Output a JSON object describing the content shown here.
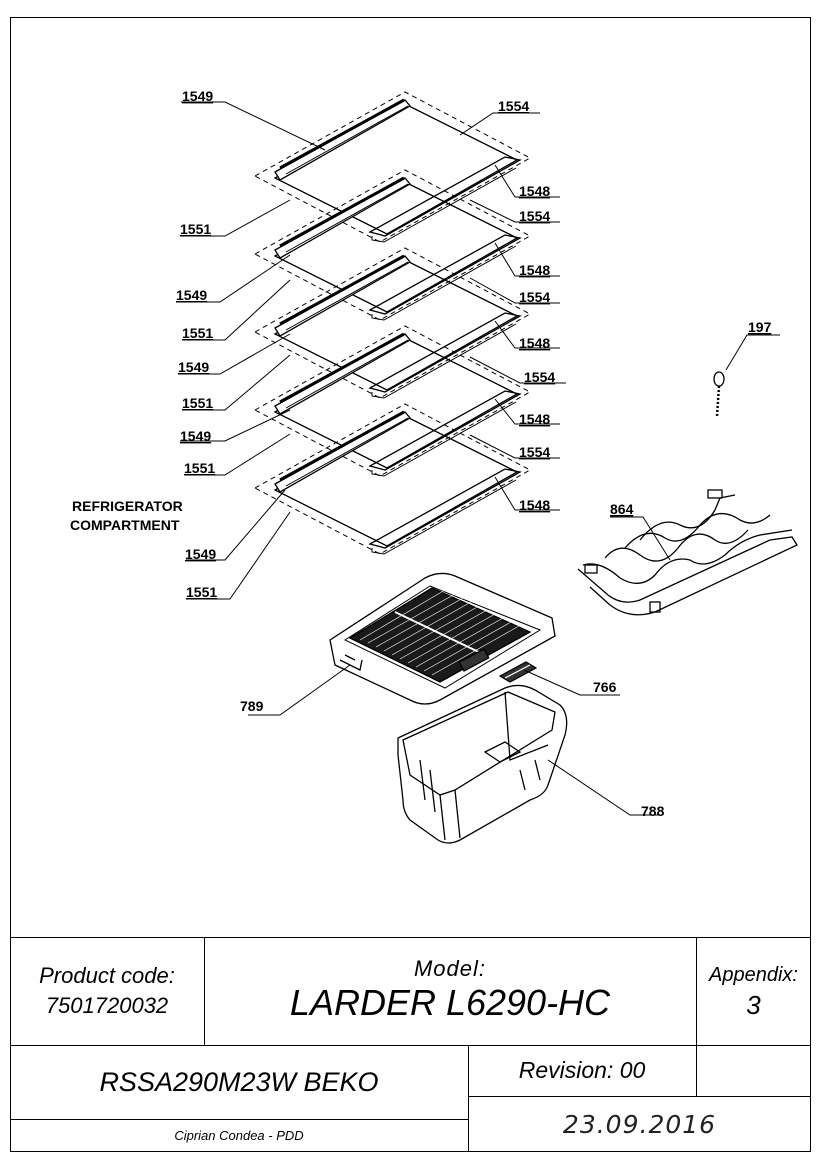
{
  "drawing": {
    "shelf_labels": [
      "1549",
      "1554",
      "1548",
      "1551",
      "1554",
      "1548",
      "1549",
      "1551",
      "1554",
      "1548",
      "1549",
      "1551",
      "1554",
      "1548",
      "1549",
      "1551",
      "1554",
      "1548",
      "1549",
      "1551"
    ],
    "compartment_label_line1": "REFRIGERATOR",
    "compartment_label_line2": "COMPARTMENT",
    "part_197": "197",
    "part_864": "864",
    "part_789": "789",
    "part_766": "766",
    "part_788": "788"
  },
  "title_block": {
    "product_code_label": "Product code:",
    "product_code_value": "7501720032",
    "model_label": "Model:",
    "model_value": "LARDER L6290-HC",
    "appendix_label": "Appendix:",
    "appendix_value": "3",
    "product_name": "RSSA290M23W BEKO",
    "revision": "Revision: 00",
    "author": "Ciprian Condea - PDD",
    "date": "23.09.2016"
  }
}
